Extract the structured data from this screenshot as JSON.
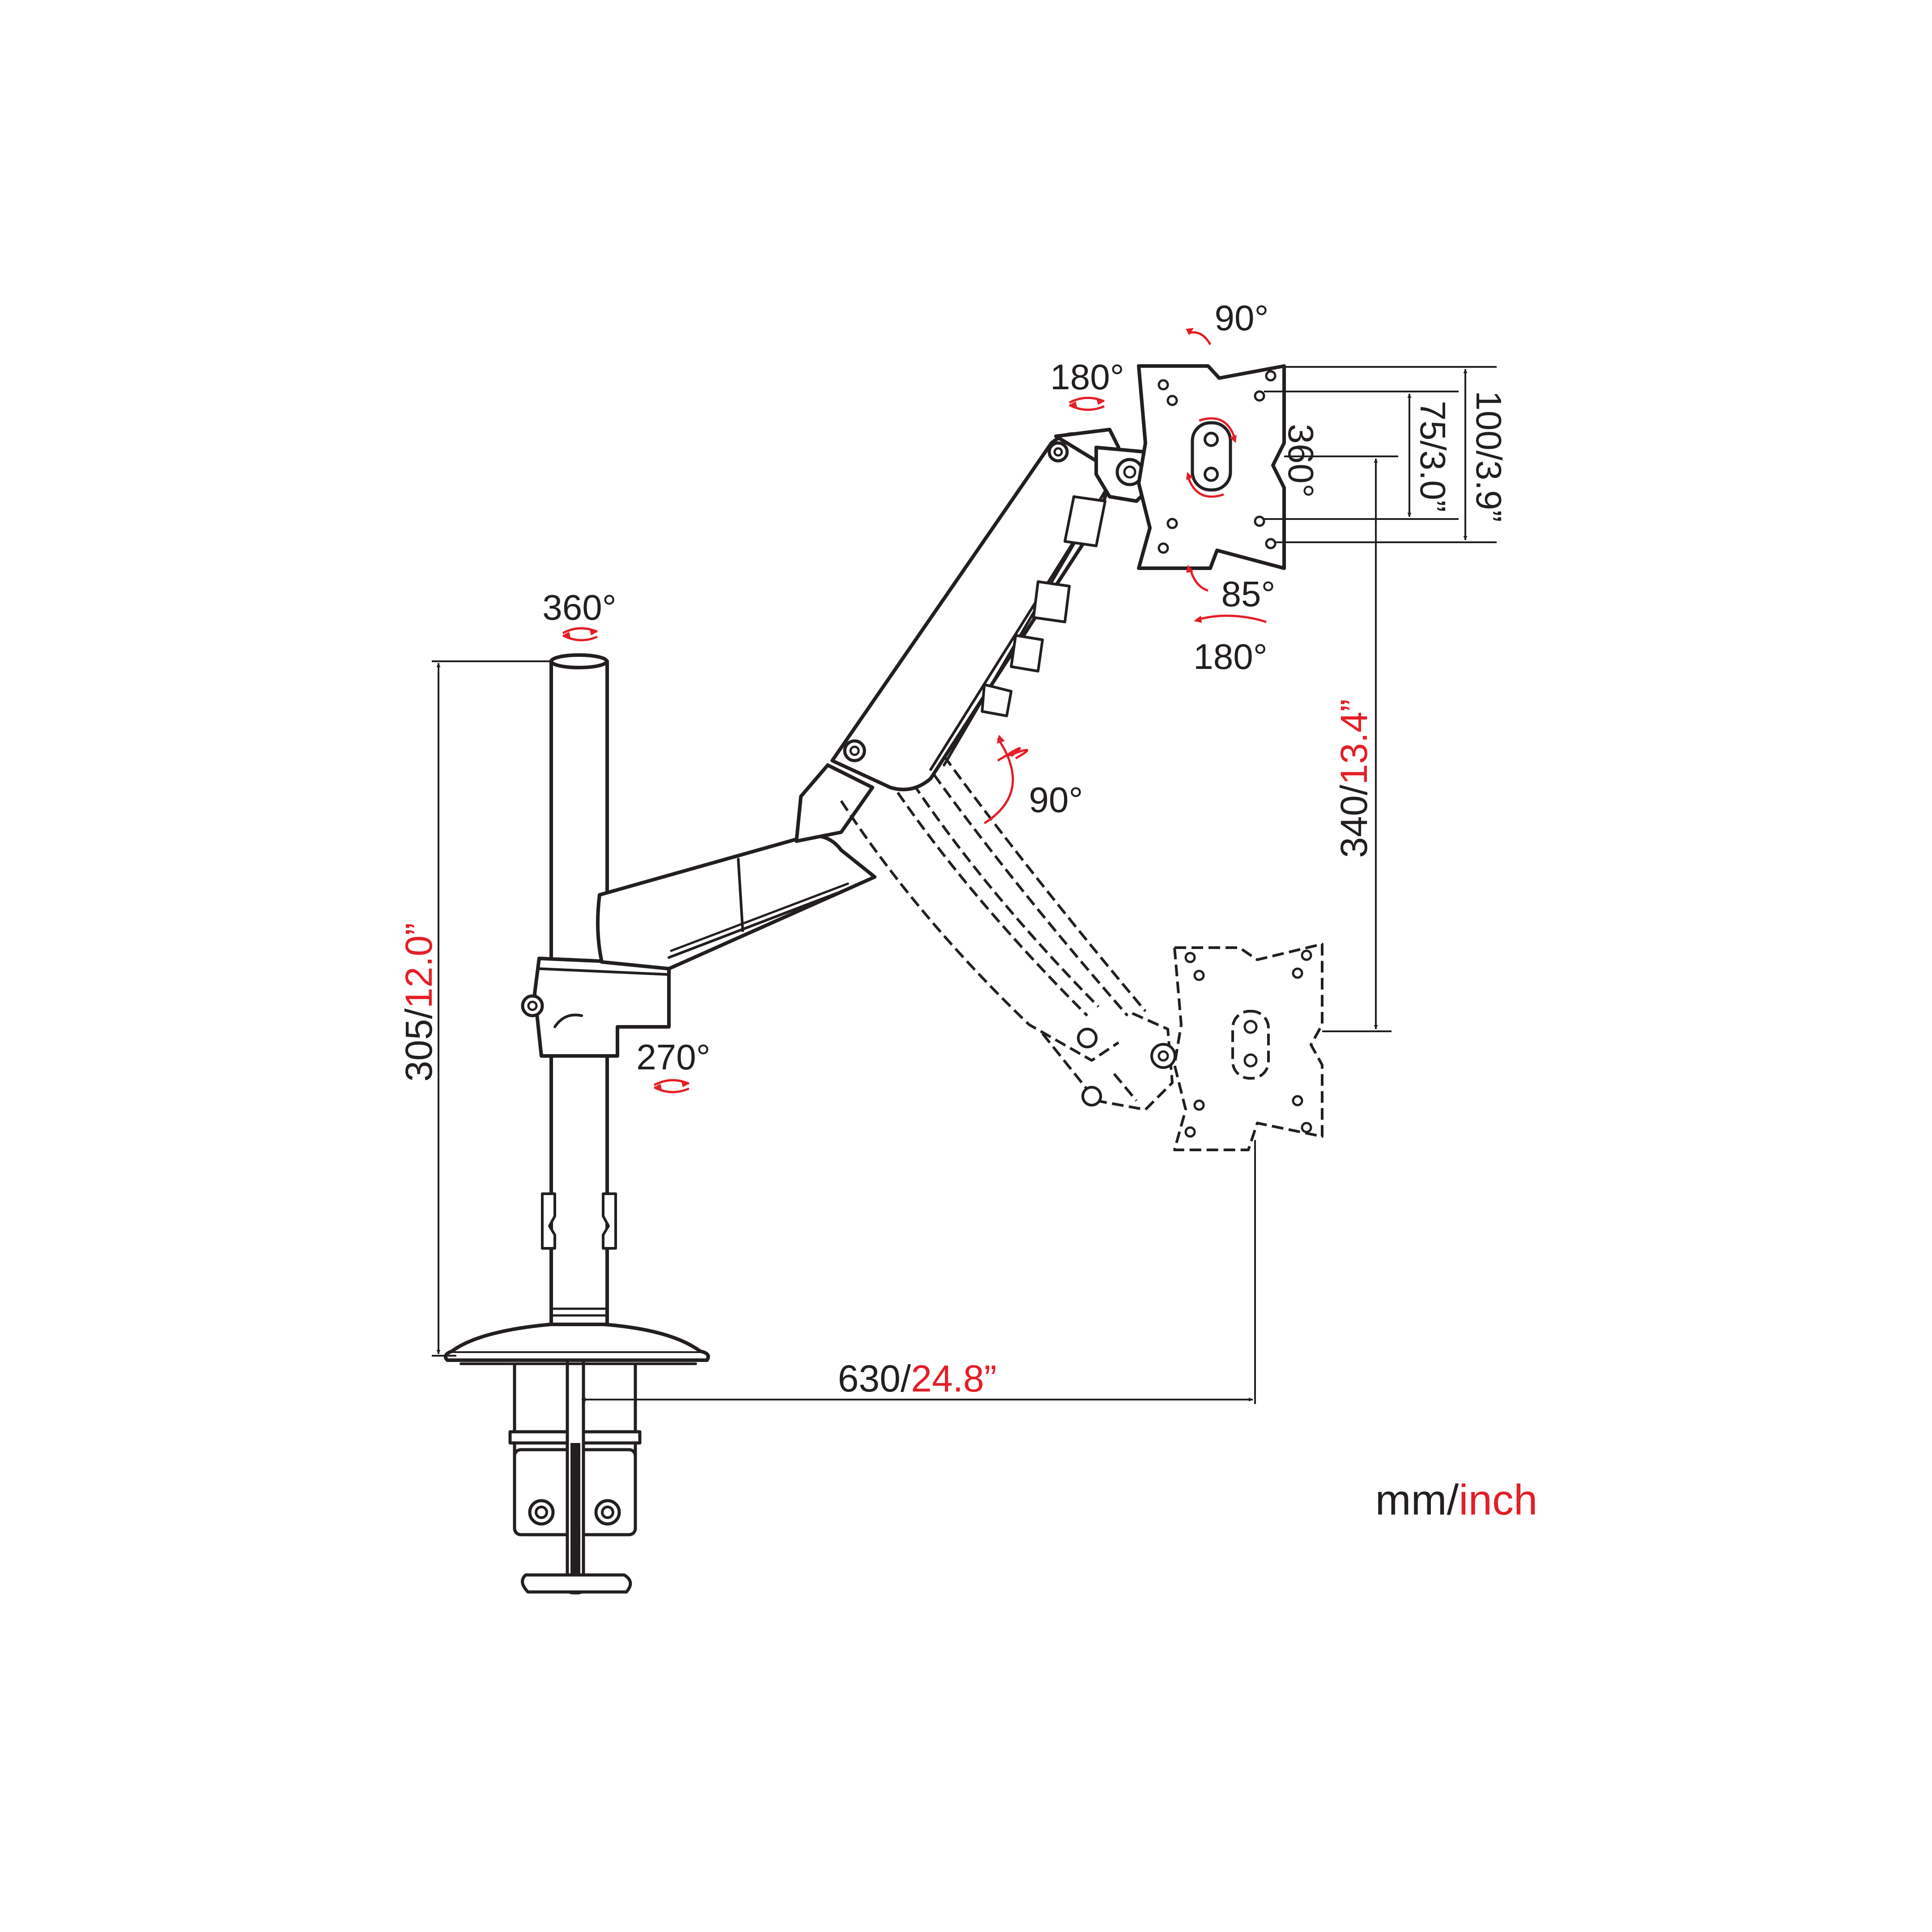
{
  "colors": {
    "ink": "#231f20",
    "accent": "#e41e26",
    "background": "#ffffff"
  },
  "labels": {
    "top_pole_rotation": "360°",
    "arm_joint_rotation": "270°",
    "plate_tilt_top": "90°",
    "head_swivel": "180°",
    "plate_rotation": "360°",
    "plate_tilt_bottom": "85°",
    "head_swivel_bottom": "180°",
    "arm_lift": "90°"
  },
  "dimensions": {
    "pole_height_mm": "305/",
    "pole_height_in": "12.0”",
    "reach_mm": "630/",
    "reach_in": "24.8”",
    "lift_range_mm": "340/",
    "lift_range_in": "13.4”",
    "vesa_small": "75/3.0”",
    "vesa_large": "100/3.9”"
  },
  "units": {
    "mm": "mm/",
    "inch": "inch"
  }
}
